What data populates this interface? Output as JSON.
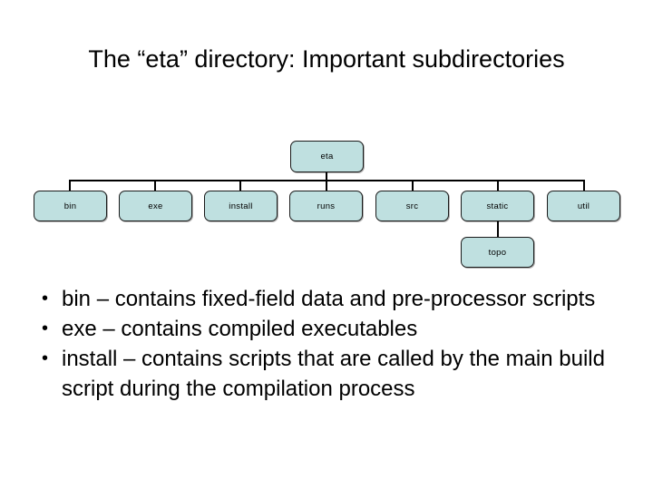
{
  "slide": {
    "title": "The “eta” directory: Important subdirectories",
    "background_color": "#ffffff",
    "text_color": "#000000"
  },
  "diagram": {
    "type": "tree",
    "node_fill_color": "#bfe0e0",
    "node_border_color": "#1a1a1a",
    "connector_color": "#000000",
    "root": {
      "id": "eta",
      "label": "eta"
    },
    "children": [
      {
        "id": "bin",
        "label": "bin"
      },
      {
        "id": "exe",
        "label": "exe"
      },
      {
        "id": "install",
        "label": "install"
      },
      {
        "id": "runs",
        "label": "runs"
      },
      {
        "id": "src",
        "label": "src"
      },
      {
        "id": "static",
        "label": "static"
      },
      {
        "id": "util",
        "label": "util"
      }
    ],
    "grandchildren": [
      {
        "id": "topo",
        "label": "topo",
        "parent": "static"
      }
    ]
  },
  "bullets": [
    "bin – contains fixed-field data and pre-processor scripts",
    "exe – contains compiled executables",
    "install – contains scripts that are called by the main build script during the compilation process"
  ]
}
